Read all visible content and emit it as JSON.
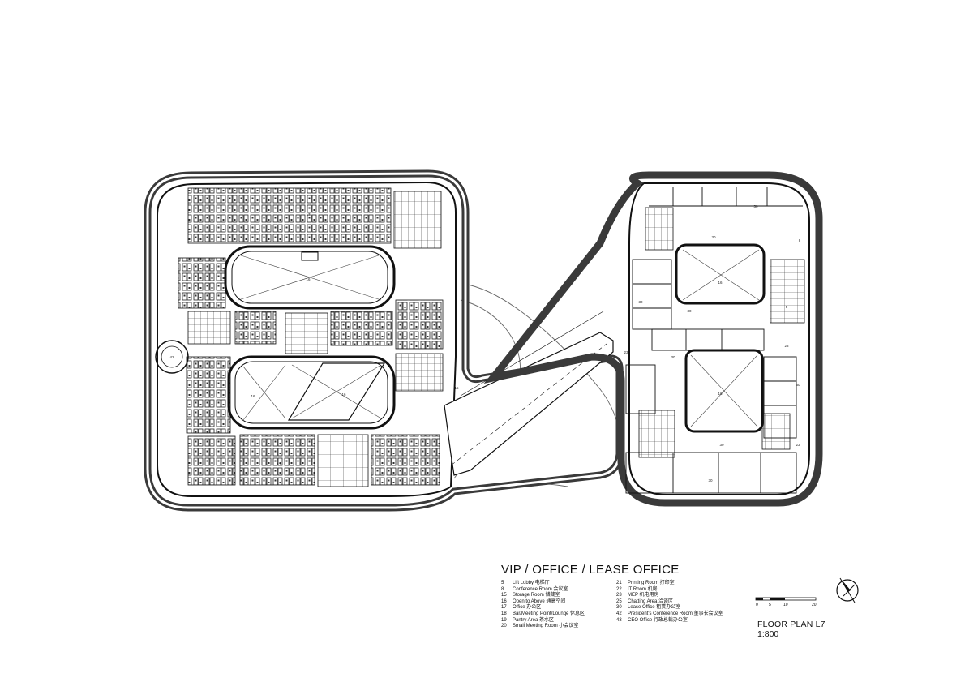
{
  "drawing": {
    "title": "VIP / OFFICE / LEASE OFFICE",
    "floor_plan": "FLOOR PLAN L7",
    "ratio": "1:800"
  },
  "legend_col1": [
    {
      "num": "5",
      "label": "Lift Lobby 电梯厅"
    },
    {
      "num": "8",
      "label": "Conference Room 会议室"
    },
    {
      "num": "15",
      "label": "Storage Room 储藏室"
    },
    {
      "num": "16",
      "label": "Open to Above 通高空间"
    },
    {
      "num": "17",
      "label": "Office 办公区"
    },
    {
      "num": "18",
      "label": "Bar/Meeting Point/Lounge 休息区"
    },
    {
      "num": "19",
      "label": "Pantry Area 茶水区"
    },
    {
      "num": "20",
      "label": "Small Meeting Room 小会议室"
    }
  ],
  "legend_col2": [
    {
      "num": "21",
      "label": "Printing Room 打印室"
    },
    {
      "num": "22",
      "label": "IT Room 机房"
    },
    {
      "num": "23",
      "label": "MEP 机电用房"
    },
    {
      "num": "25",
      "label": "Chatting Area 洽谈区"
    },
    {
      "num": "30",
      "label": "Lease Office 租赁办公室"
    },
    {
      "num": "42",
      "label": "President's Conference Room 董事长会议室"
    },
    {
      "num": "43",
      "label": "CEO Office 行政总裁办公室"
    }
  ],
  "scale_bar": [
    "0",
    "5",
    "10",
    "20"
  ],
  "room_tags": {
    "void_a": "16",
    "void_b": "16",
    "void_c": "16",
    "void_d": "16",
    "void_e": "16",
    "office_north": "17",
    "office_south": "17",
    "meeting": "42",
    "storage": "15",
    "lease_a": "30",
    "lease_b": "30",
    "lease_c": "30",
    "lease_d": "30",
    "lease_e": "30",
    "lease_f": "30",
    "lease_g": "30",
    "lease_h": "30",
    "mep_a": "23",
    "mep_b": "23",
    "mep_c": "23",
    "lift": "5",
    "conf": "8"
  }
}
